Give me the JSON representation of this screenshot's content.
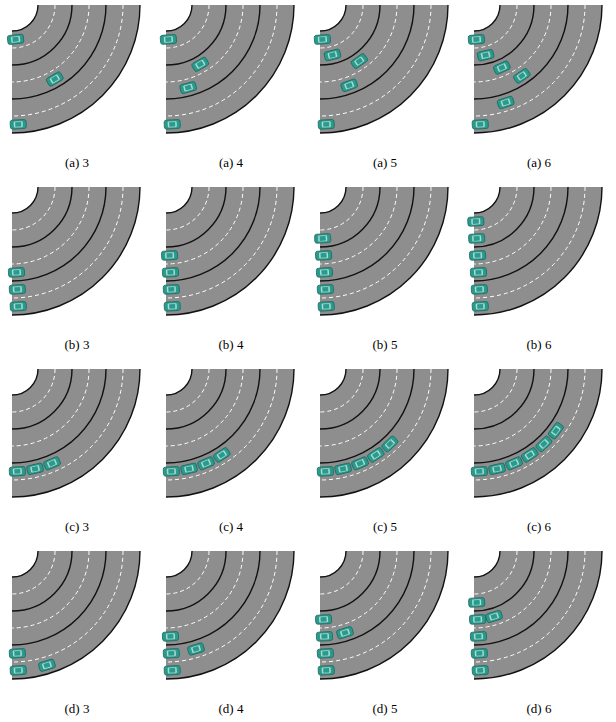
{
  "diagram": {
    "labels": [
      "(a) 3",
      "(a) 4",
      "(a) 5",
      "(a) 6",
      "(b) 3",
      "(b) 4",
      "(b) 5",
      "(b) 6",
      "(c) 3",
      "(c) 4",
      "(c) 5",
      "(c) 6",
      "(d) 3",
      "(d) 4",
      "(d) 5",
      "(d) 6"
    ]
  }
}
